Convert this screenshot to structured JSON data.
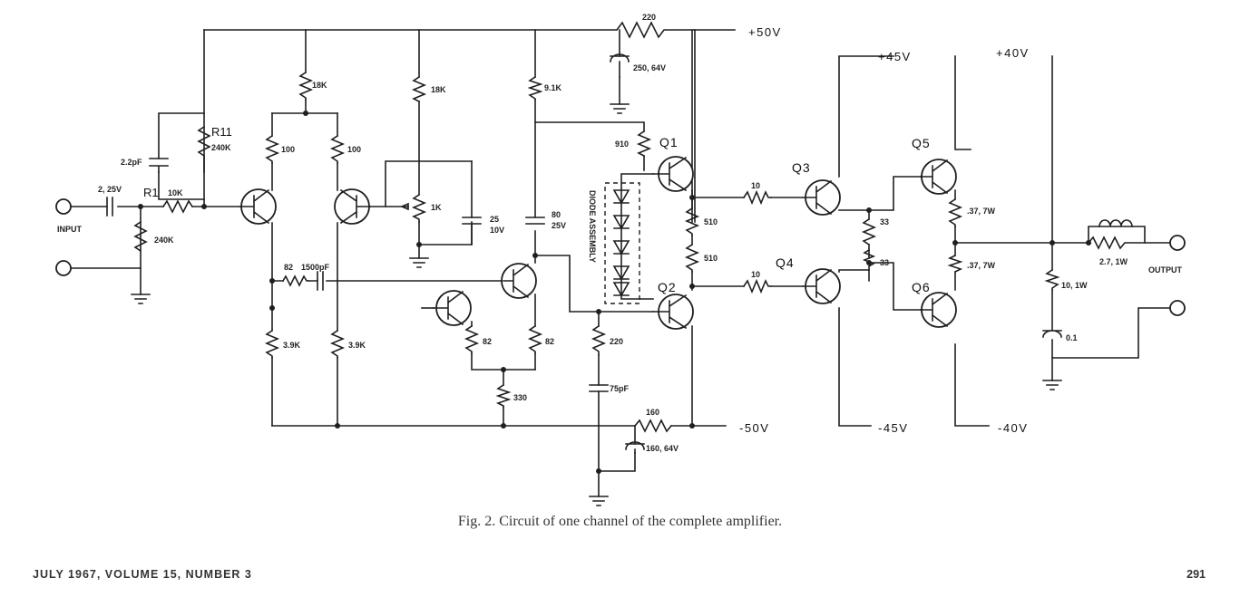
{
  "caption": "Fig. 2. Circuit of one channel of the complete amplifier.",
  "footer": {
    "journal": "JULY 1967, VOLUME 15, NUMBER 3",
    "page": "291"
  },
  "rails": {
    "pos50": "+50V",
    "pos45": "+45V",
    "pos40": "+40V",
    "neg50": "-50V",
    "neg45": "-45V",
    "neg40": "-40V"
  },
  "terminals": {
    "input": "INPUT",
    "output": "OUTPUT"
  },
  "reference_labels": {
    "r11": "R11",
    "r1": "R1",
    "q1": "Q1",
    "q2": "Q2",
    "q3": "Q3",
    "q4": "Q4",
    "q5": "Q5",
    "q6": "Q6",
    "diode_assembly": "DIODE ASSEMBLY"
  },
  "component_values": {
    "c_in": "2, 25V",
    "r1": "10K",
    "r_in_shunt": "240K",
    "c_fb": "2.2pF",
    "r11": "240K",
    "r_tail": "18K",
    "r_pair_left": "100",
    "r_pair_right": "100",
    "r_bias_top": "18K",
    "pot": "1K",
    "c_25": "25",
    "c_25_v": "10V",
    "r_91k": "9.1K",
    "c_80": "80",
    "c_80_v": "25V",
    "r_220_top": "220",
    "c_250": "250, 64V",
    "r_910": "910",
    "r_510a": "510",
    "r_510b": "510",
    "r_82_comp": "82",
    "c_1500": "1500pF",
    "r_39k_left": "3.9K",
    "r_39k_right": "3.9K",
    "r_82_left": "82",
    "r_82_right": "82",
    "r_330": "330",
    "r_220_bot": "220",
    "c_75": "75pF",
    "r_160": "160",
    "c_160": "160, 64V",
    "r_10_q3": "10",
    "r_10_q4": "10",
    "r_33a": "33",
    "r_33b": "33",
    "r_e5": ".37, 7W",
    "r_e6": ".37, 7W",
    "r_zobel": "10, 1W",
    "c_zobel": "0.1",
    "r_out": "2.7, 1W"
  }
}
